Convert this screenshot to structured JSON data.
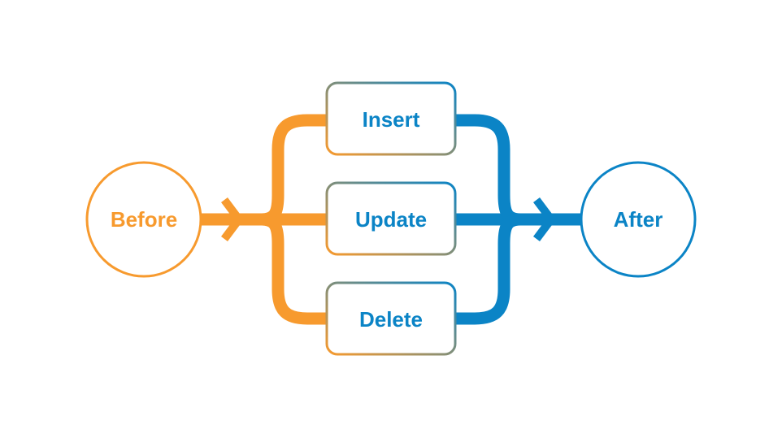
{
  "diagram": {
    "before_label": "Before",
    "after_label": "After",
    "operations": [
      {
        "label": "Insert"
      },
      {
        "label": "Update"
      },
      {
        "label": "Delete"
      }
    ]
  },
  "colors": {
    "orange": "#F79A2E",
    "blue": "#0B84C6",
    "background": "#FFFFFF"
  }
}
